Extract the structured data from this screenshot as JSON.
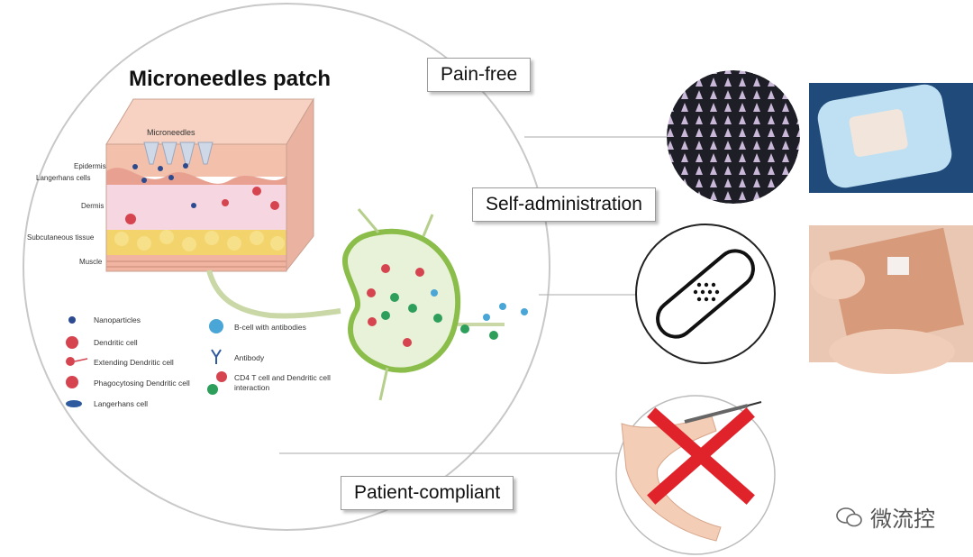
{
  "title": "Microneedles patch",
  "callouts": {
    "pain_free": "Pain-free",
    "self_admin": "Self-administration",
    "patient": "Patient-compliant"
  },
  "skin_labels": {
    "microneedles": "Microneedles",
    "epidermis": "Epidermis",
    "langerhans": "Langerhans cells",
    "dermis": "Dermis",
    "subcutaneous": "Subcutaneous tissue",
    "muscle": "Muscle"
  },
  "legend_left": [
    "Nanoparticles",
    "Dendritic cell",
    "Extending Dendritic cell",
    "Phagocytosing Dendritic cell",
    "Langerhans cell"
  ],
  "legend_right": {
    "bcell": "B-cell with antibodies",
    "antibody": "Antibody",
    "cd4_line1": "CD4 T cell and  Dendritic cell",
    "cd4_line2": "interaction"
  },
  "watermark": "微流控",
  "colors": {
    "skin_epidermis": "#f2c6b4",
    "skin_dermis": "#f6d6e0",
    "fat": "#f3d36b",
    "muscle": "#f0b4a0",
    "lymph_node": "#8bbd4a",
    "dendritic": "#d6444f",
    "nanoparticle": "#2b4a8f",
    "cross": "#e0222a"
  },
  "icons": [
    "microneedle-array-photo",
    "patch-photo",
    "bandage-icon",
    "finger-patch-photo",
    "injection-arm-icon",
    "red-cross-icon",
    "wechat-icon"
  ]
}
